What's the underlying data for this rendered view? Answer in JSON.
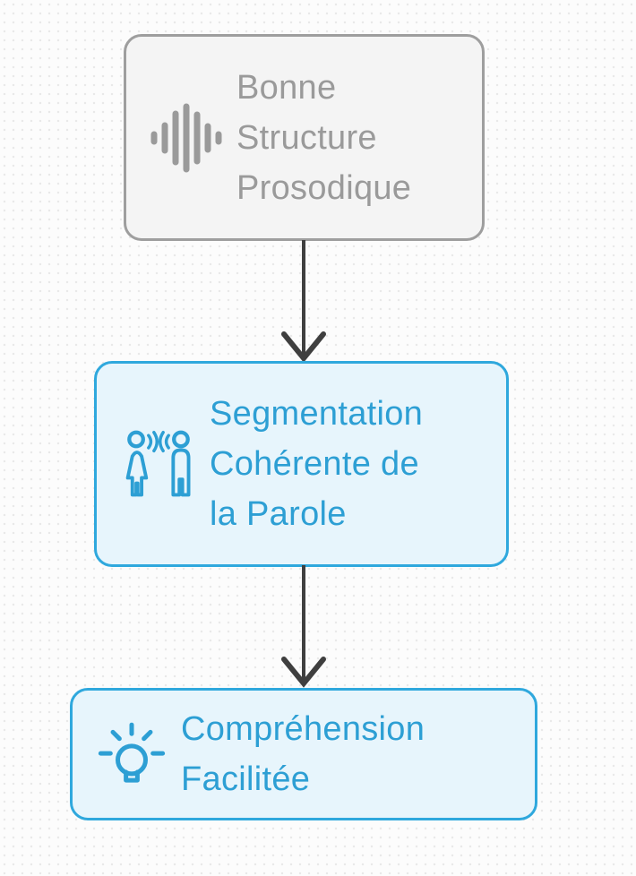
{
  "diagram": {
    "type": "flowchart",
    "direction": "top-down",
    "background_color": "#fcfcfc",
    "arrow_color": "#3f3f3f",
    "nodes": [
      {
        "id": "bonne-structure-prosodique",
        "label": "Bonne Structure Prosodique",
        "lines": [
          "Bonne",
          "Structure",
          "Prosodique"
        ],
        "icon": "waveform-icon",
        "fill_color": "#f4f4f4",
        "border_color": "#9e9e9e",
        "text_color": "#9a9a9a"
      },
      {
        "id": "segmentation-coherente-de-la-parole",
        "label": "Segmentation Cohérente de la Parole",
        "lines": [
          "Segmentation",
          "Cohérente de",
          "la Parole"
        ],
        "icon": "conversation-icon",
        "fill_color": "#e7f5fc",
        "border_color": "#2fa8dd",
        "text_color": "#2d9fd4"
      },
      {
        "id": "comprehension-facilitee",
        "label": "Compréhension Facilitée",
        "lines": [
          "Compréhension",
          "Facilitée"
        ],
        "icon": "lightbulb-icon",
        "fill_color": "#e7f5fc",
        "border_color": "#2fa8dd",
        "text_color": "#2d9fd4"
      }
    ],
    "edges": [
      {
        "from": "bonne-structure-prosodique",
        "to": "segmentation-coherente-de-la-parole"
      },
      {
        "from": "segmentation-coherente-de-la-parole",
        "to": "comprehension-facilitee"
      }
    ]
  }
}
